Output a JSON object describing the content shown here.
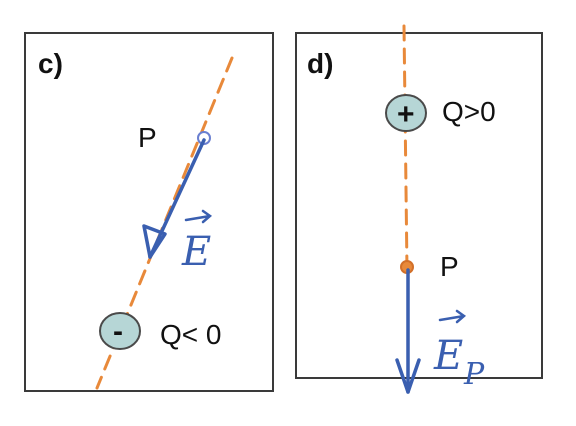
{
  "panels": [
    {
      "letter": "c)",
      "point_label": "P",
      "charge_sign": "-",
      "charge_label": "Q< 0",
      "vector_symbol": "E",
      "vector_subscript": ""
    },
    {
      "letter": "d)",
      "point_label": "P",
      "charge_sign": "+",
      "charge_label": "Q>0",
      "vector_symbol": "E",
      "vector_subscript": "P"
    }
  ],
  "colors": {
    "field_line": "#e8893a",
    "vector": "#3a5fb0",
    "charge_fill": "#b6d6d6",
    "frame": "#3a3a3a"
  }
}
